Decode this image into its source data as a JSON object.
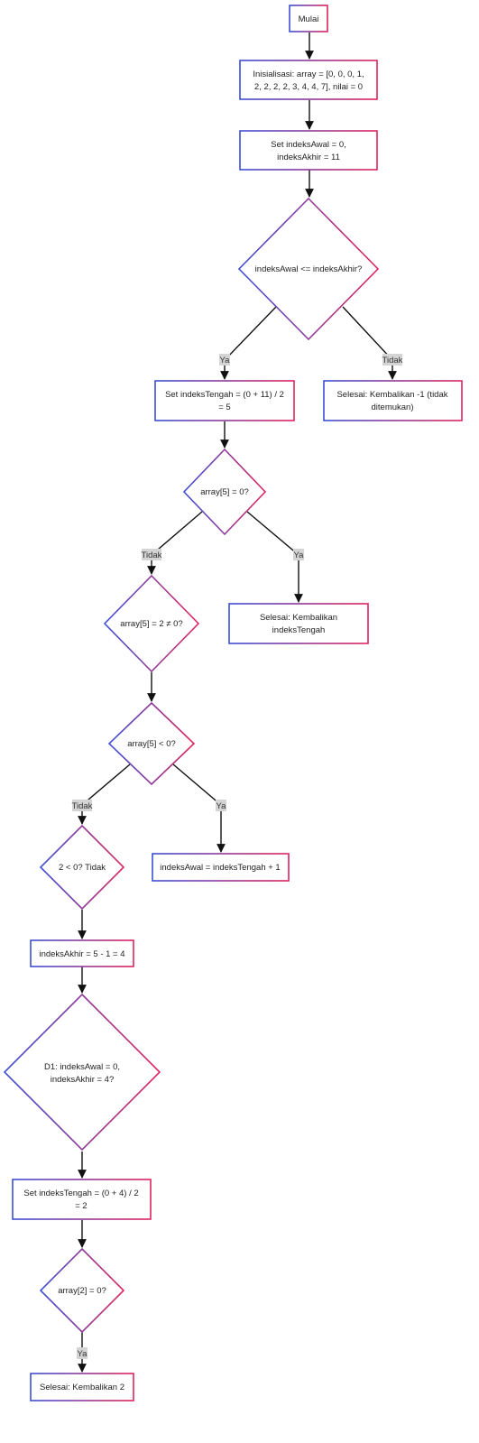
{
  "nodes": {
    "start": "Mulai",
    "init": [
      "Inisialisasi: array = [0, 0, 0, 1,",
      "2, 2, 2, 2, 3, 4, 4, 7], nilai = 0"
    ],
    "set_bounds": [
      "Set indeksAwal = 0,",
      "indeksAkhir = 11"
    ],
    "loop_check": "indeksAwal <= indeksAkhir?",
    "set_mid1": [
      "Set indeksTengah = (0 + 11) / 2",
      "= 5"
    ],
    "end_notfound": [
      "Selesai: Kembalikan -1 (tidak",
      "ditemukan)"
    ],
    "cmp_eq1": "array[5] = 0?",
    "cmp_ne1": "array[5] = 2 ≠ 0?",
    "end_found_mid": [
      "Selesai: Kembalikan",
      "indeksTengah"
    ],
    "cmp_lt1": "array[5] < 0?",
    "cmp_lt2": "2 < 0? Tidak",
    "set_awal": "indeksAwal = indeksTengah + 1",
    "set_akhir": "indeksAkhir = 5 - 1 = 4",
    "d1": [
      "D1: indeksAwal = 0,",
      "indeksAkhir = 4?"
    ],
    "set_mid2": [
      "Set indeksTengah = (0 + 4) / 2",
      "= 2"
    ],
    "cmp_eq2": "array[2] = 0?",
    "end_return2": "Selesai: Kembalikan 2"
  },
  "edge_labels": {
    "yes": "Ya",
    "no": "Tidak"
  },
  "colors": {
    "gradient_start": "#3d4fd6",
    "gradient_end": "#e0245e",
    "edge": "#111111",
    "label_bg": "#d4d4d4"
  }
}
